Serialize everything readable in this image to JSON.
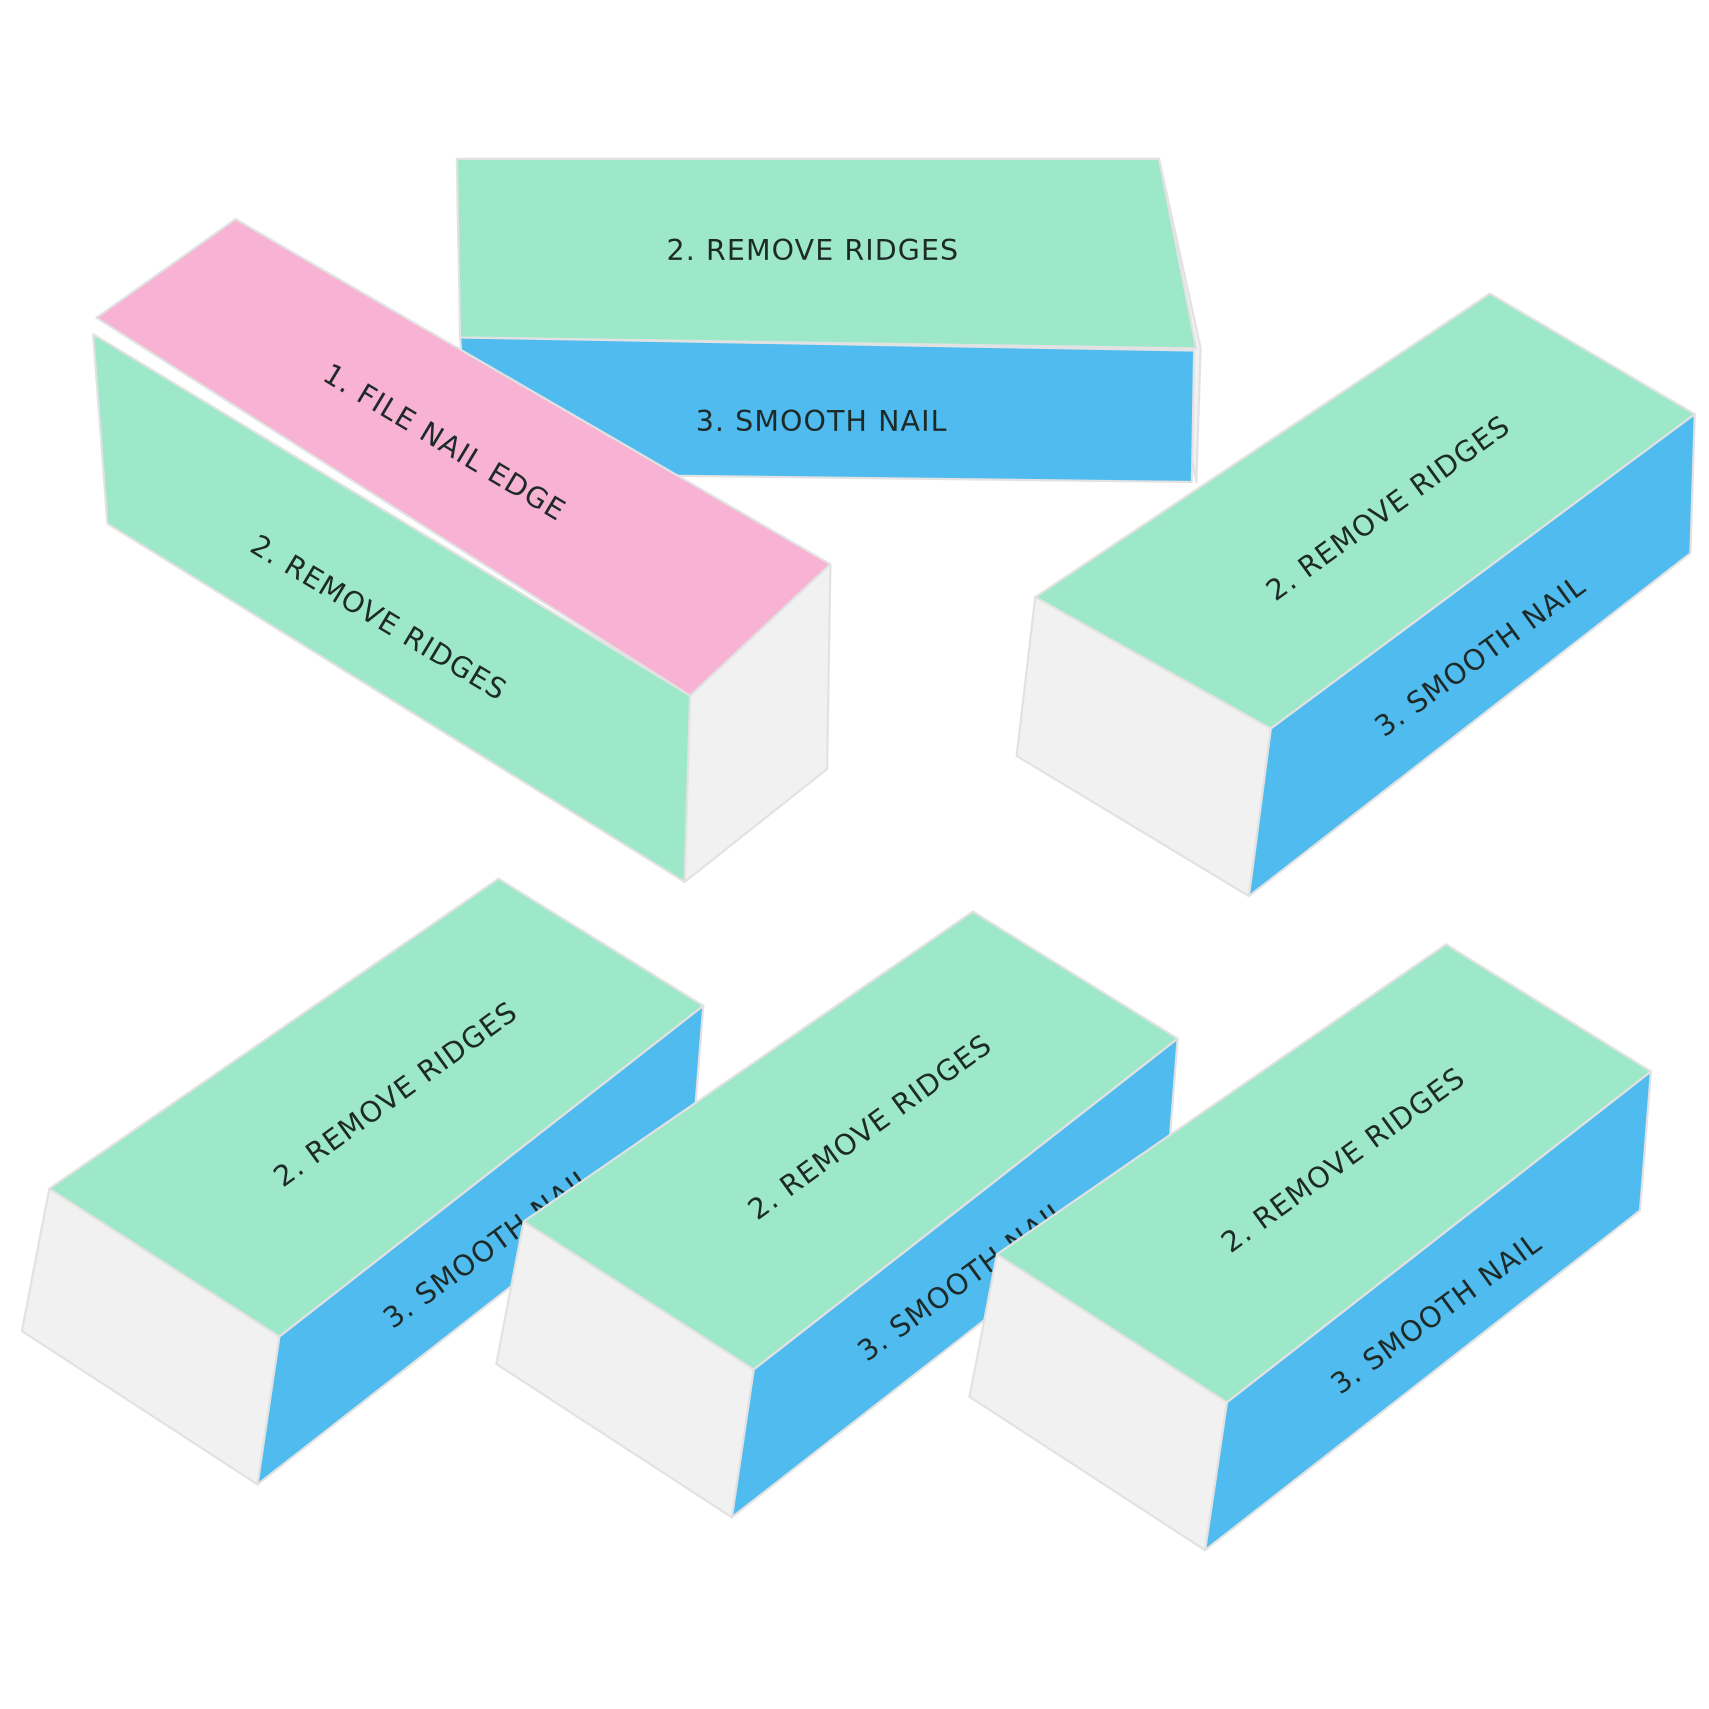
{
  "colors": {
    "green": "#9de8c9",
    "blue": "#4fbbee",
    "pink": "#f7b2d4",
    "white": "#f1f1f1",
    "edge": "#e2e2e2"
  },
  "blocks": [
    {
      "name": "top-center-block",
      "labels": {
        "green": "2. REMOVE RIDGES",
        "blue": "3. SMOOTH NAIL"
      }
    },
    {
      "name": "left-pink-block",
      "labels": {
        "pink": "1. FILE NAIL EDGE",
        "green": "2. REMOVE RIDGES"
      }
    },
    {
      "name": "right-block",
      "labels": {
        "green": "2. REMOVE RIDGES",
        "blue": "3. SMOOTH NAIL"
      }
    },
    {
      "name": "bottom-left-block",
      "labels": {
        "green": "2. REMOVE RIDGES",
        "blue": "3. SMOOTH NAIL"
      }
    },
    {
      "name": "bottom-center-block",
      "labels": {
        "green": "2. REMOVE RIDGES",
        "blue": "3. SMOOTH NAIL"
      }
    },
    {
      "name": "bottom-right-block",
      "labels": {
        "green": "2. REMOVE RIDGES",
        "blue": "3. SMOOTH NAIL"
      }
    }
  ]
}
